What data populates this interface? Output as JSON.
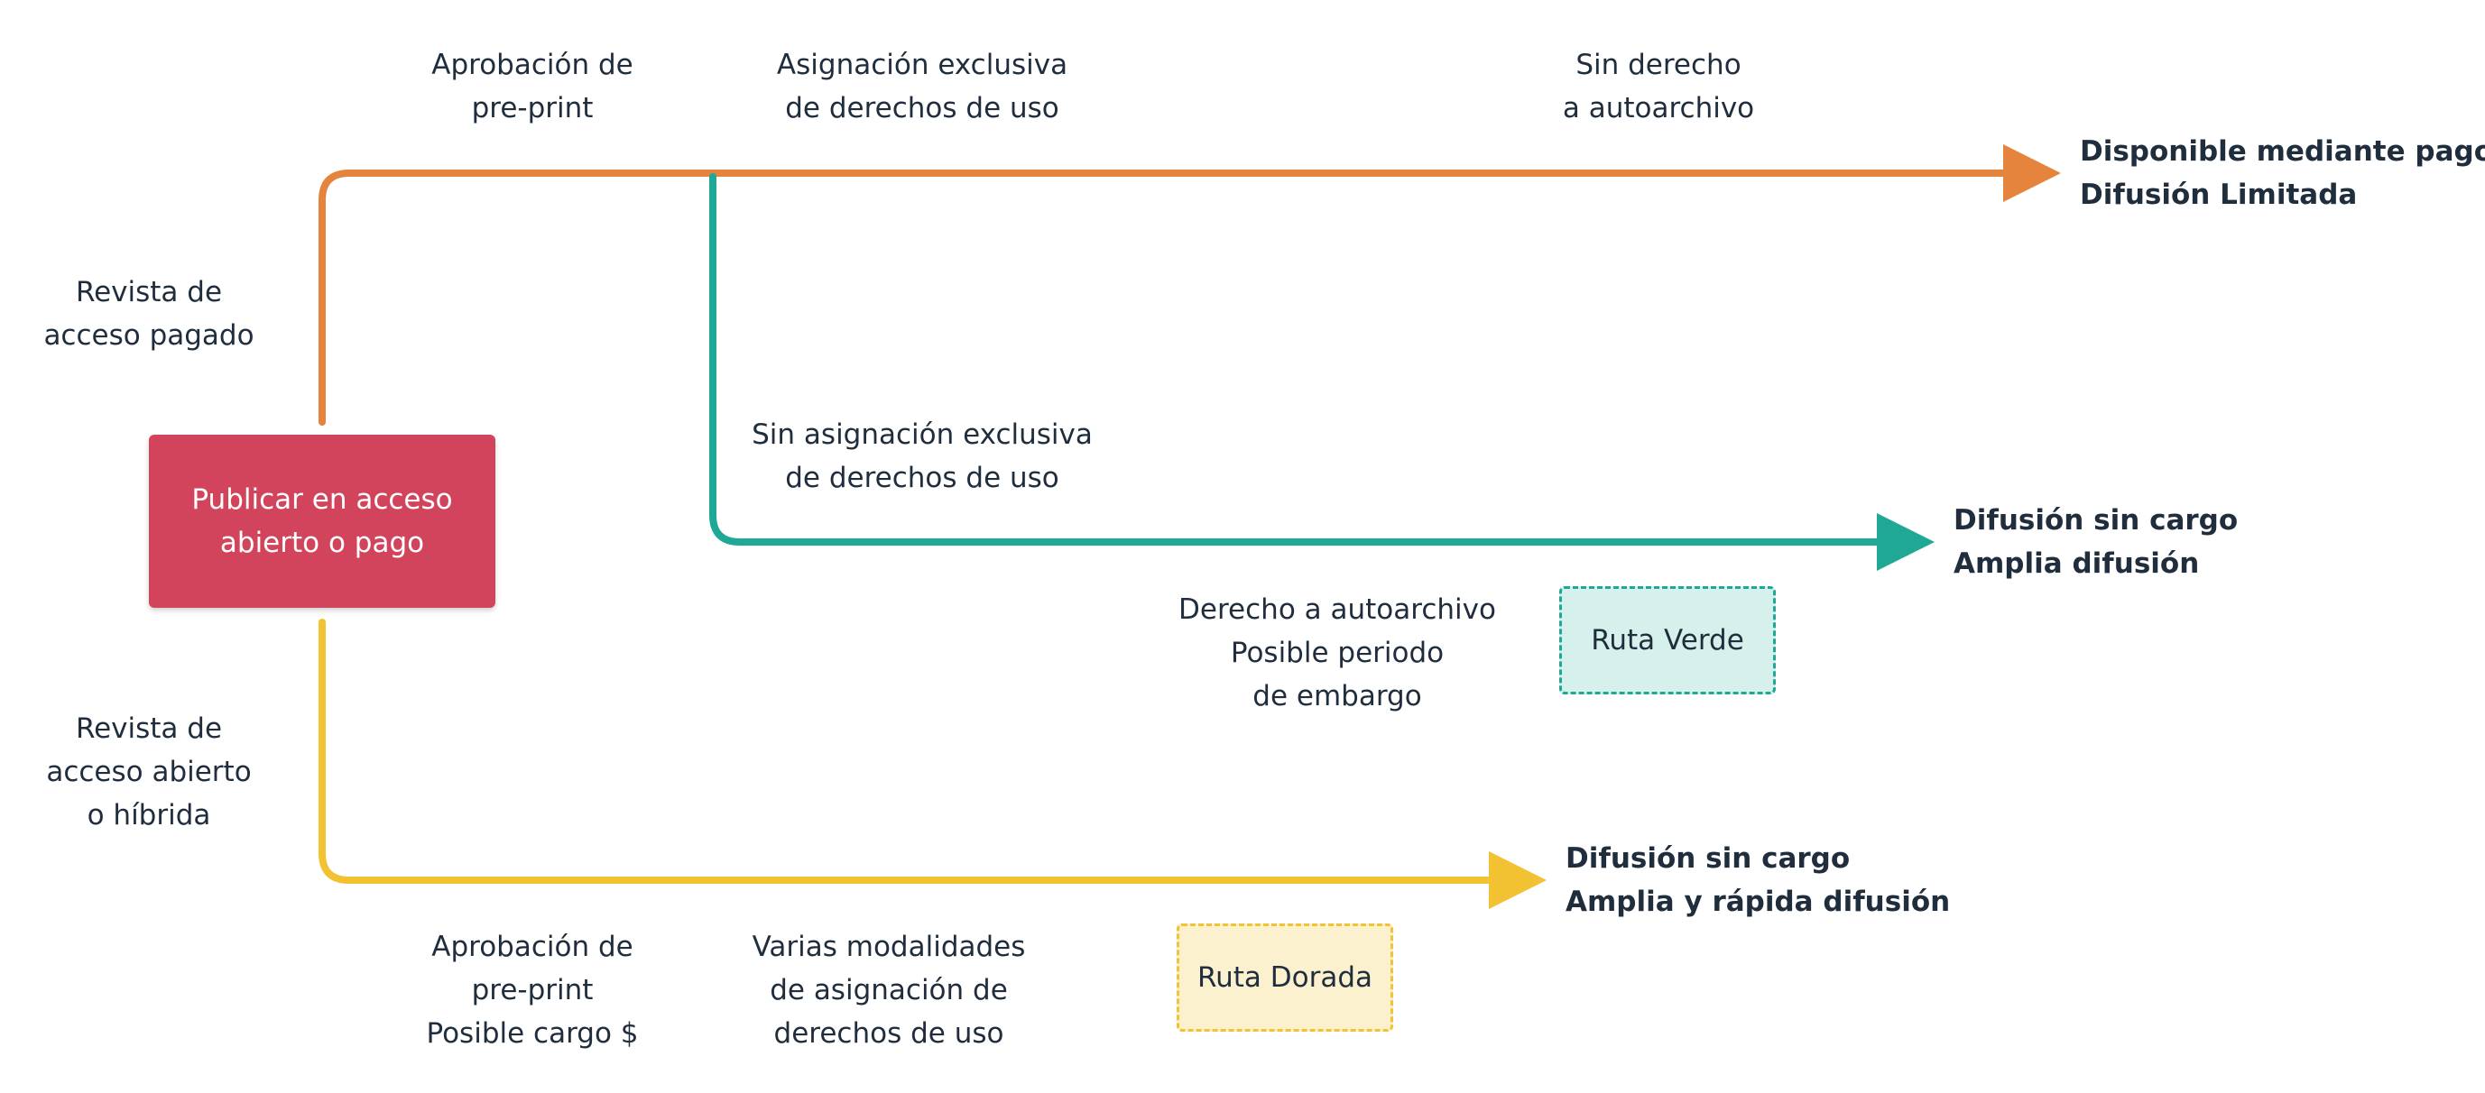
{
  "center": {
    "line1": "Publicar en acceso",
    "line2": "abierto o pago"
  },
  "branches": {
    "paid": {
      "line1": "Revista de",
      "line2": "acceso pagado"
    },
    "open": {
      "line1": "Revista de",
      "line2": "acceso abierto",
      "line3": "o híbrida"
    }
  },
  "top_labels": {
    "preprint": {
      "line1": "Aprobación de",
      "line2": "pre-print"
    },
    "exclusive": {
      "line1": "Asignación exclusiva",
      "line2": "de derechos de uso"
    },
    "no_archive": {
      "line1": "Sin derecho",
      "line2": "a autoarchivo"
    }
  },
  "middle_labels": {
    "no_exclusive": {
      "line1": "Sin asignación exclusiva",
      "line2": "de derechos de uso"
    },
    "self_archive": {
      "line1": "Derecho a autoarchivo",
      "line2": "Posible periodo",
      "line3": "de embargo"
    }
  },
  "bottom_labels": {
    "preprint_cost": {
      "line1": "Aprobación de",
      "line2": "pre-print",
      "line3": "Posible cargo $"
    },
    "modalities": {
      "line1": "Varias modalidades",
      "line2": "de asignación de",
      "line3": "derechos de uso"
    }
  },
  "outcomes": {
    "paid": {
      "line1": "Disponible mediante pago",
      "line2": "Difusión Limitada"
    },
    "green": {
      "line1": "Difusión sin cargo",
      "line2": "Amplia difusión"
    },
    "gold": {
      "line1": "Difusión sin cargo",
      "line2": "Amplia y rápida difusión"
    }
  },
  "routes": {
    "green": "Ruta Verde",
    "gold": "Ruta Dorada"
  },
  "colors": {
    "orange": "#e5843c",
    "teal": "#20a896",
    "yellow": "#f2c233",
    "center_box": "#d2445b",
    "text": "#1f2d3d"
  }
}
